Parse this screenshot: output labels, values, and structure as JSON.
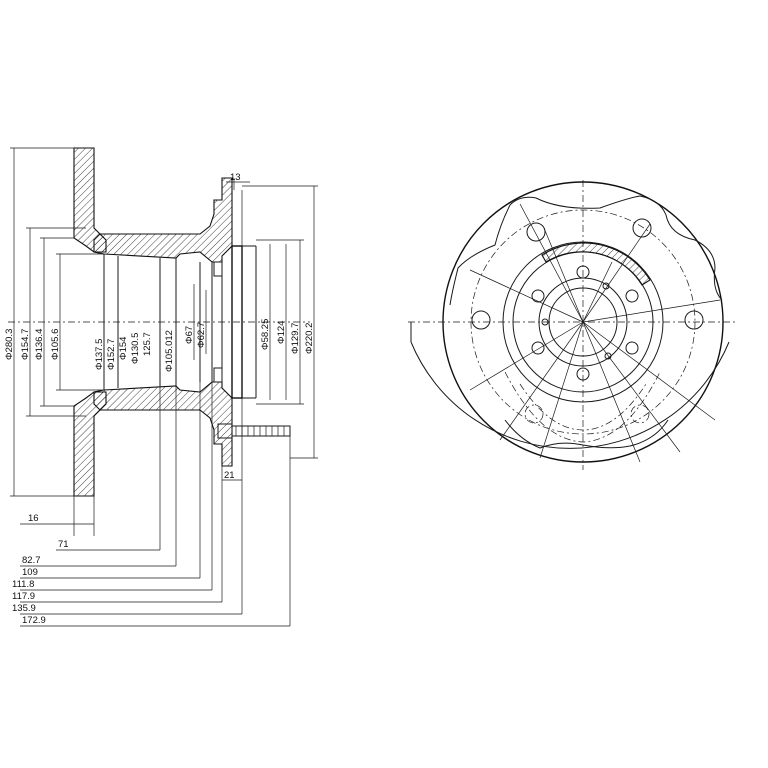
{
  "dimensions": {
    "top_label": "13",
    "bottom_small": "21",
    "vertical": [
      {
        "key": "d280_3",
        "text": "Φ280.3"
      },
      {
        "key": "d154_7",
        "text": "Φ154.7"
      },
      {
        "key": "d136_4",
        "text": "Φ136.4"
      },
      {
        "key": "d105_6",
        "text": "Φ105.6"
      },
      {
        "key": "d137_5",
        "text": "Φ137.5"
      },
      {
        "key": "d152_7",
        "text": "Φ152.7"
      },
      {
        "key": "d154",
        "text": "Φ154"
      },
      {
        "key": "d130_5",
        "text": "Φ130.5"
      },
      {
        "key": "d125_7",
        "text": "125.7"
      },
      {
        "key": "d105_012",
        "text": "Φ105.012"
      },
      {
        "key": "d67",
        "text": "Φ67"
      },
      {
        "key": "d62_7",
        "text": "Φ62.7"
      },
      {
        "key": "d58_25",
        "text": "Φ58.25"
      },
      {
        "key": "d124",
        "text": "Φ124"
      },
      {
        "key": "d129_7",
        "text": "Φ129.7"
      },
      {
        "key": "d220_2",
        "text": "Φ220.2"
      }
    ],
    "horizontal": [
      {
        "key": "h16",
        "text": "16"
      },
      {
        "key": "h71",
        "text": "71"
      },
      {
        "key": "h82_7",
        "text": "82.7"
      },
      {
        "key": "h109",
        "text": "109"
      },
      {
        "key": "h111_8",
        "text": "111.8"
      },
      {
        "key": "h117_9",
        "text": "117.9"
      },
      {
        "key": "h135_9",
        "text": "135.9"
      },
      {
        "key": "h172_9",
        "text": "172.9"
      }
    ]
  }
}
